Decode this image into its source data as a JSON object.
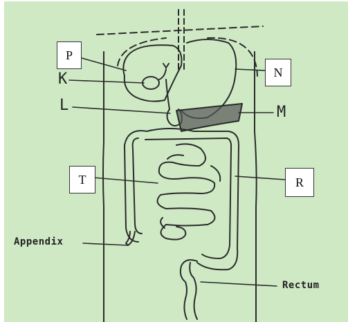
{
  "labels": {
    "boxed": {
      "P": "P",
      "N": "N",
      "T": "T",
      "R": "R"
    },
    "handwritten": {
      "K": "K",
      "L": "L",
      "M": "M",
      "appendix": "Appendix",
      "rectum": "Rectum"
    }
  },
  "colors": {
    "background": "#cfe9c5",
    "line": "#2a2a2a",
    "box": "#ffffff"
  }
}
